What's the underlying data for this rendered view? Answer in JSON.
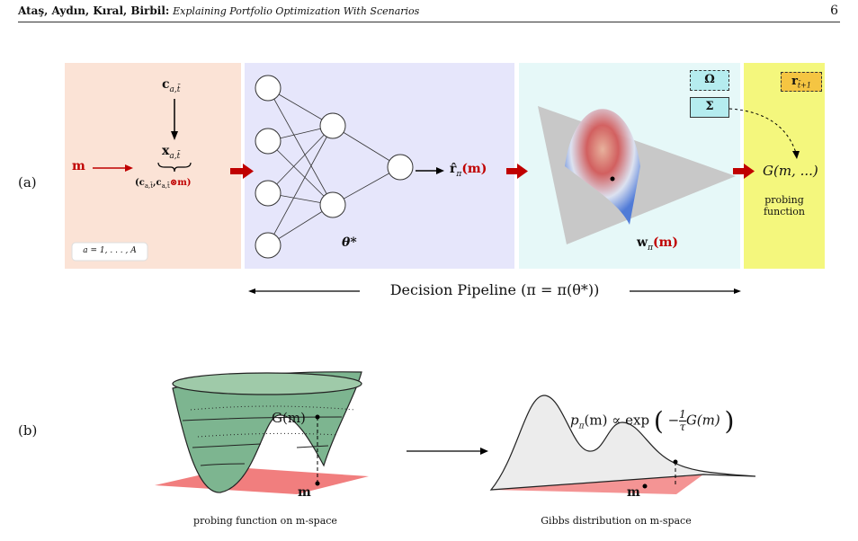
{
  "header": {
    "authors": "Ataş, Aydın, Kıral, Birbil:",
    "title": "Explaining Portfolio Optimization With Scenarios",
    "page_number": "6"
  },
  "panel_a": {
    "label": "(a)",
    "feature_c": "c",
    "feature_c_sub": "a,t̄",
    "feature_x": "x",
    "feature_x_sub": "a,t̄",
    "input_m": "m",
    "x_expansion": "(c",
    "x_expansion_sub": "a,t̄",
    "x_expansion_mid": ",c",
    "x_expansion_mid_sub": "a,t̄",
    "x_expansion_tail": "⊗m)",
    "index_range": "a = 1, . . . , A",
    "theta": "θ*",
    "r_hat": "r̂",
    "r_hat_sub": "π",
    "r_hat_arg": "(m)",
    "weights": "w",
    "weights_sub": "π",
    "weights_arg": "(m)",
    "omega": "Ω",
    "sigma": "Σ",
    "r_next": "r",
    "r_next_sub": "t̄+1",
    "g_func": "G(m, ...)",
    "probing_label": "probing function",
    "pipeline_label": "Decision Pipeline (π = π(θ*))"
  },
  "panel_b": {
    "label": "(b)",
    "g_m": "G(m)",
    "m_left": "m",
    "m_right": "m",
    "gibbs_formula": "p",
    "gibbs_sub": "π",
    "gibbs_rest": "(m) ∝ exp",
    "gibbs_frac_num": "1",
    "gibbs_frac_den": "τ",
    "gibbs_tail": "G(m)",
    "caption_left": "probing function on m-space",
    "caption_right": "Gibbs distribution on m-space"
  },
  "colors": {
    "panel1": "#fbe3d6",
    "panel2": "#e6e6fb",
    "panel3": "#e6f8f8",
    "panel4": "#f4f77d",
    "accent_red": "#c00000",
    "box_cyan": "#b5ecef",
    "box_gold": "#f5c542",
    "surface_green": "#7db590",
    "plane_red": "#f07070"
  }
}
